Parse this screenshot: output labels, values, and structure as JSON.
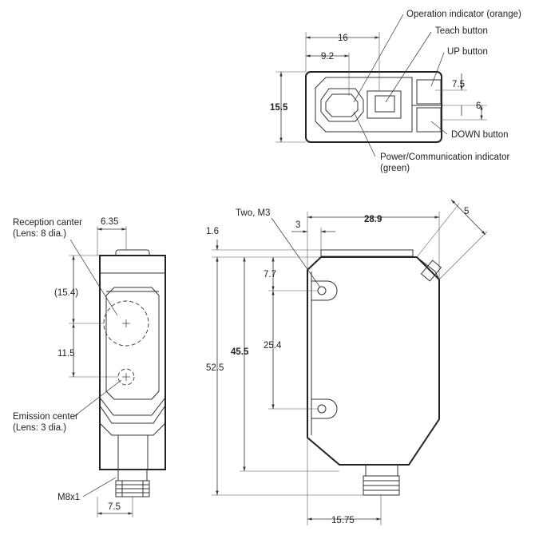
{
  "callouts": {
    "operation_indicator": "Operation indicator (orange)",
    "teach_button": "Teach button",
    "up_button": "UP button",
    "down_button": "DOWN button",
    "power_indicator_line1": "Power/Communication indicator",
    "power_indicator_line2": "(green)",
    "reception_center_line1": "Reception canter",
    "reception_center_line2": "(Lens: 8 dia.)",
    "emission_center_line1": "Emission center",
    "emission_center_line2": "(Lens: 3 dia.)",
    "two_m3": "Two, M3",
    "m8x1": "M8x1"
  },
  "dimensions": {
    "top_16": "16",
    "top_9_2": "9.2",
    "top_7_5": "7.5",
    "top_6": "6",
    "top_15_5": "15.5",
    "front_6_35": "6.35",
    "front_15_4": "(15.4)",
    "front_11_5": "11.5",
    "front_7_5": "7.5",
    "side_1_6": "1.6",
    "side_3": "3",
    "side_28_9": "28.9",
    "side_5": "5",
    "side_7_7": "7.7",
    "side_52_5": "52.5",
    "side_45_5": "45.5",
    "side_25_4": "25.4",
    "side_15_75": "15.75"
  }
}
